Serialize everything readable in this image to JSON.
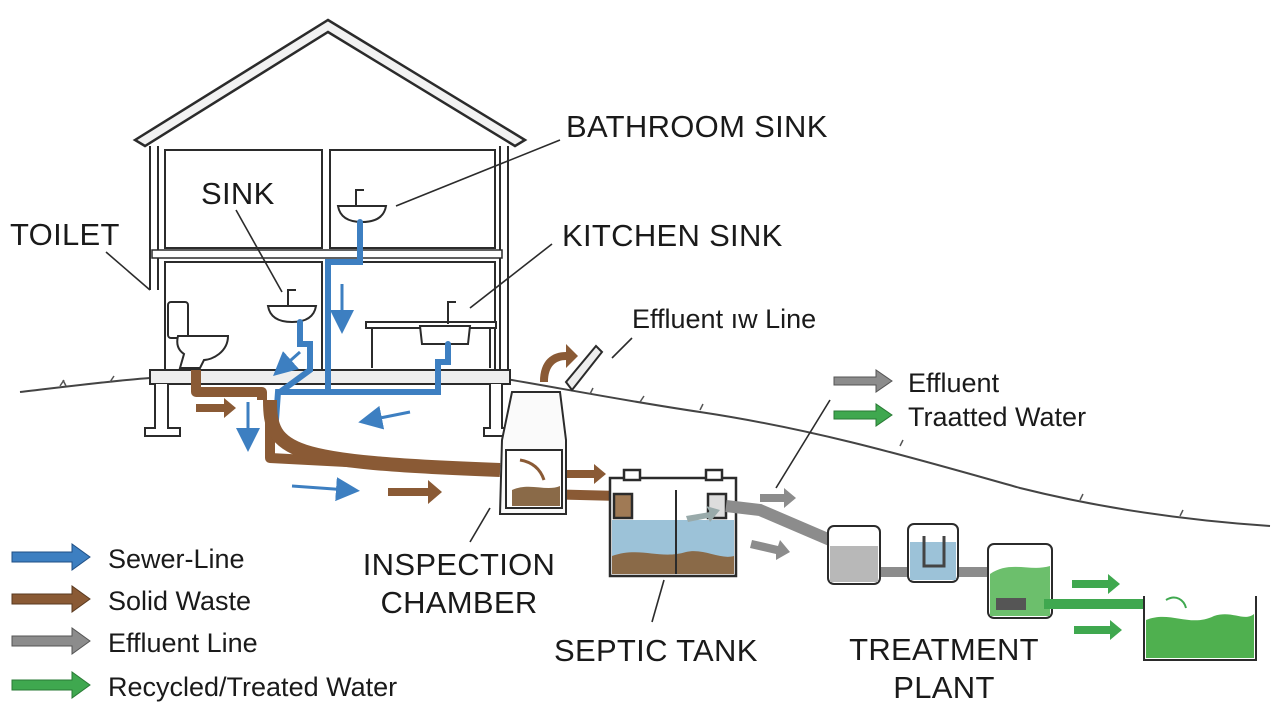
{
  "labels": {
    "bathroom_sink": "BATHROOM SINK",
    "sink": "SINK",
    "toilet": "TOILET",
    "kitchen_sink": "KITCHEN SINK",
    "effluent_line_top": "Effluent ıw Line",
    "inspection_chamber_1": "INSPECTION",
    "inspection_chamber_2": "CHAMBER",
    "septic_tank": "SEPTIC TANK",
    "treatment_plant_1": "TREATMENT",
    "treatment_plant_2": "PLANT"
  },
  "mini_legend": [
    {
      "label": "Effluent",
      "color": "#8c8c8c"
    },
    {
      "label": "Traatted Water",
      "color": "#3fa84f"
    }
  ],
  "legend": [
    {
      "label": "Sewer-Line",
      "color": "#3d7fc1"
    },
    {
      "label": "Solid Waste",
      "color": "#8a5a35"
    },
    {
      "label": "Effluent Line",
      "color": "#8c8c8c"
    },
    {
      "label": "Recycled/Treated Water",
      "color": "#3fa84f"
    }
  ],
  "colors": {
    "sewer": "#3d7fc1",
    "solid": "#8a5a35",
    "effluent": "#8c8c8c",
    "treated": "#3fa84f",
    "outline": "#2b2b2b",
    "septic_water": "#9cc2d8",
    "sludge": "#8a6a48"
  }
}
